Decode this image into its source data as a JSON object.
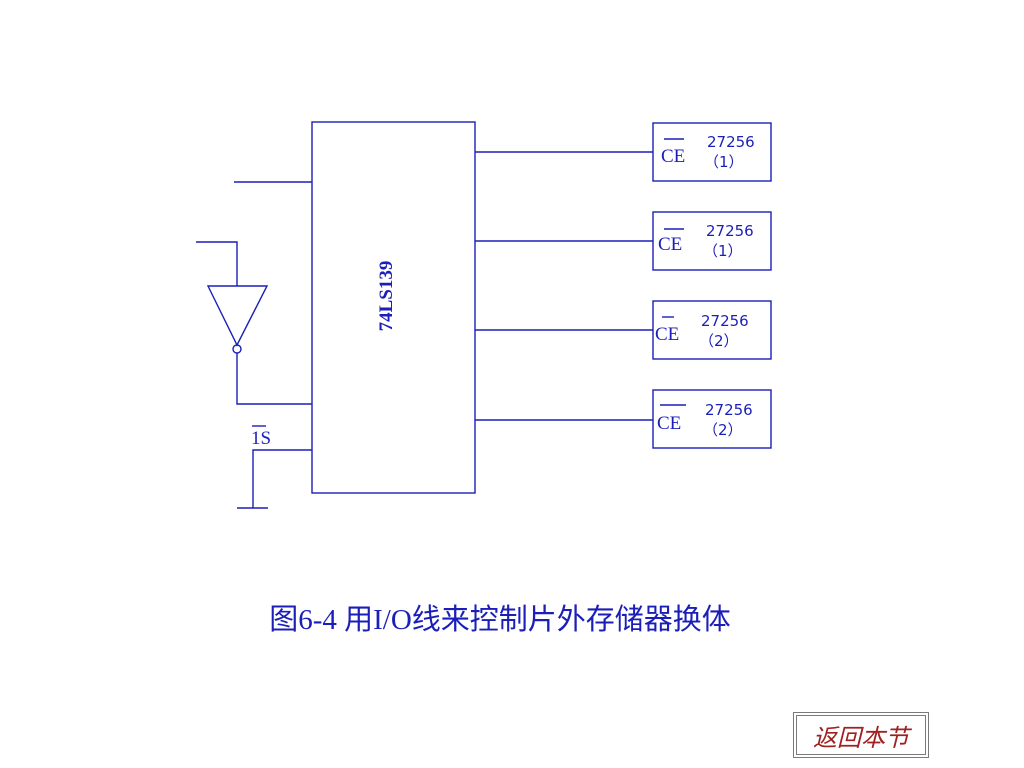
{
  "diagram": {
    "decoder_label": "74LS139",
    "enable_signal": "1S",
    "memory_chips": [
      {
        "select_pin": "CE",
        "part": "27256",
        "index": "（1）"
      },
      {
        "select_pin": "CE",
        "part": "27256",
        "index": "（1）"
      },
      {
        "select_pin": "CE",
        "part": "27256",
        "index": "（2）"
      },
      {
        "select_pin": "CE",
        "part": "27256",
        "index": "（2）"
      }
    ]
  },
  "caption": "图6-4  用I/O线来控制片外存储器换体",
  "nav": {
    "back_label": "返回本节"
  },
  "colors": {
    "line": "#1b1fb8",
    "back_text": "#a02020"
  }
}
